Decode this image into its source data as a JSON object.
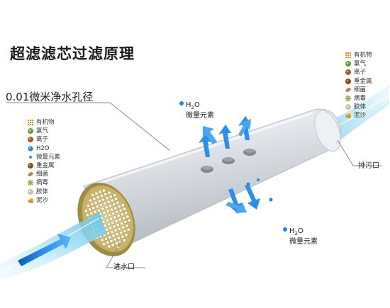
{
  "title": "超滤滤芯过滤原理",
  "pore_label": "0.01微米净水孔径",
  "left_legend": [
    {
      "label": "有机物",
      "icon": "organic-icon"
    },
    {
      "label": "氯气",
      "icon": "chlorine-icon"
    },
    {
      "label": "离子",
      "icon": "ion-icon"
    },
    {
      "label": "H2O",
      "icon": "water-icon"
    },
    {
      "label": "微量元素",
      "icon": "trace-element-icon"
    },
    {
      "label": "重金属",
      "icon": "heavy-metal-icon"
    },
    {
      "label": "细菌",
      "icon": "bacteria-icon"
    },
    {
      "label": "病毒",
      "icon": "virus-icon"
    },
    {
      "label": "胶体",
      "icon": "colloid-icon"
    },
    {
      "label": "泥沙",
      "icon": "sediment-icon"
    }
  ],
  "right_legend": [
    {
      "label": "有机物",
      "icon": "organic-icon"
    },
    {
      "label": "氯气",
      "icon": "chlorine-icon"
    },
    {
      "label": "离子",
      "icon": "ion-icon"
    },
    {
      "label": "重金属",
      "icon": "heavy-metal-icon"
    },
    {
      "label": "细菌",
      "icon": "bacteria-icon"
    },
    {
      "label": "病毒",
      "icon": "virus-icon"
    },
    {
      "label": "胶体",
      "icon": "colloid-icon"
    },
    {
      "label": "泥沙",
      "icon": "sediment-icon"
    }
  ],
  "top_output": {
    "formula_main": "H",
    "formula_sub": "2",
    "formula_end": "O",
    "desc": "微量元素"
  },
  "bottom_output": {
    "formula_main": "H",
    "formula_sub": "2",
    "formula_end": "O",
    "desc": "微量元素"
  },
  "drain_label": "排污口",
  "inlet_label": "进水口",
  "colors": {
    "arrow_blue": "#1e88e5",
    "water_blue": "#4fc3f7",
    "membrane_gold": "#c9b56a",
    "tube_gray": "#d9dde2"
  }
}
